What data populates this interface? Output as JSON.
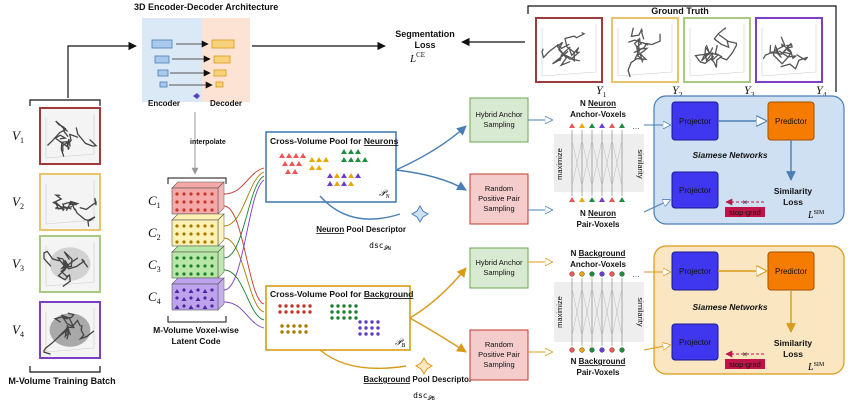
{
  "encoder": {
    "title": "3D Encoder-Decoder Architecture",
    "encoder_label": "Encoder",
    "decoder_label": "Decoder",
    "interpolate_label": "interpolate"
  },
  "segmentation_loss": {
    "line1": "Segmentation",
    "line2": "Loss",
    "math": "L^CE"
  },
  "ground_truth": {
    "title": "Ground Truth",
    "labels": [
      "Y1",
      "Y2",
      "Y3",
      "Y4"
    ],
    "colors": [
      "#a33a3a",
      "#e9c46a",
      "#a8c97f",
      "#7b3fc4"
    ]
  },
  "training_batch": {
    "labels": [
      "V1",
      "V2",
      "V3",
      "V4"
    ],
    "colors": [
      "#a33a3a",
      "#e9c46a",
      "#a8c97f",
      "#7b3fc4"
    ],
    "caption": "M-Volume Training Batch"
  },
  "latent": {
    "labels": [
      "C1",
      "C2",
      "C3",
      "C4"
    ],
    "caption_line1": "M-Volume Voxel-wise",
    "caption_line2": "Latent Code",
    "fills": [
      "#f4a9a8",
      "#fdf2b3",
      "#b8e6a6",
      "#bfa2ee"
    ],
    "dot_colors": [
      "#c0392b",
      "#a67c00",
      "#1e7e34",
      "#4b2aa0"
    ]
  },
  "neuron_pool": {
    "title_prefix": "Cross-Volume Pool for ",
    "title_underlined": "Neurons",
    "symbol": "P_N",
    "descriptor_underlined": "Neuron",
    "descriptor_suffix": " Pool Descriptor",
    "descriptor_symbol": "dsc_PN",
    "accent": "#4a7fb5"
  },
  "background_pool": {
    "title_prefix": "Cross-Volume Pool for ",
    "title_underlined": "Background",
    "symbol": "P_B",
    "descriptor_underlined": "Background",
    "descriptor_suffix": " Pool Descriptor",
    "descriptor_symbol": "dsc_PB",
    "accent": "#d89b1a"
  },
  "sampling": {
    "hybrid_anchor": [
      "Hybrid Anchor",
      "Sampling"
    ],
    "random_positive": [
      "Random",
      "Positive Pair",
      "Sampling"
    ]
  },
  "voxels": {
    "neuron_anchor": {
      "prefix": "N ",
      "underlined": "Neuron",
      "line2": "Anchor-Voxels"
    },
    "neuron_pair": {
      "prefix": "N ",
      "underlined": "Neuron",
      "line2": "Pair-Voxels"
    },
    "bg_anchor": {
      "prefix": "N ",
      "underlined": "Background",
      "line2": "Anchor-Voxels"
    },
    "bg_pair": {
      "prefix": "N ",
      "underlined": "Background",
      "line2": "Pair-Voxels"
    },
    "maximize": "maximize",
    "similarity": "similarity"
  },
  "siamese_top": {
    "title": "Siamese Networks",
    "projector": "Projector",
    "predictor": "Predictor",
    "loss_line1": "Similarity",
    "loss_line2": "Loss",
    "loss_math": "L^SIM",
    "stop_grad": "stop-grad",
    "panel_color": "#cfe0f3"
  },
  "siamese_bottom": {
    "title": "Siamese Networks",
    "projector": "Projector",
    "predictor": "Predictor",
    "loss_line1": "Similarity",
    "loss_line2": "Loss",
    "loss_math": "L^SIM",
    "stop_grad": "stop-grad",
    "panel_color": "#fbe6c2"
  }
}
